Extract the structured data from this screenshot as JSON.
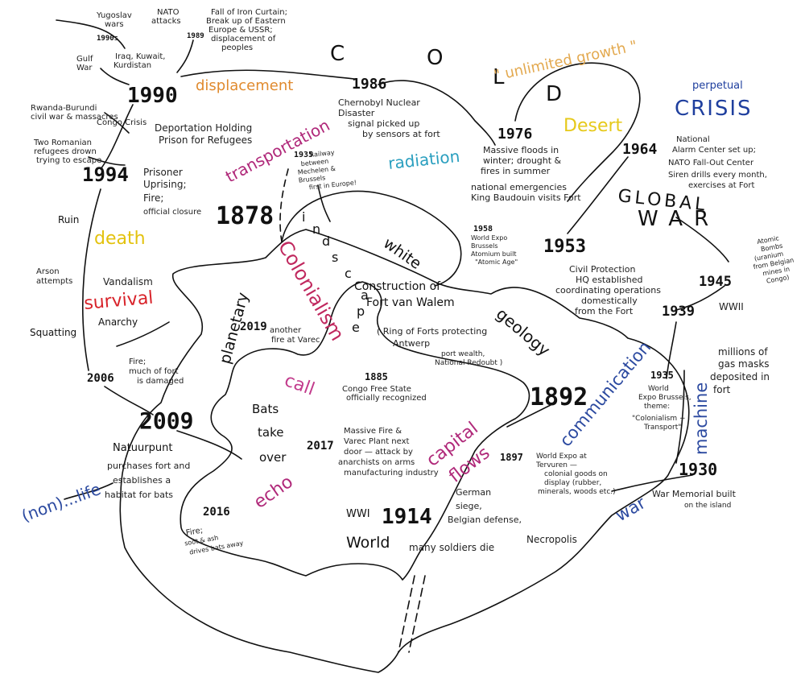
{
  "colors": {
    "ink": "#111111",
    "displacement": "#e08a2e",
    "desert": "#e6c91a",
    "death": "#e3c20e",
    "unlimited": "#e3a94f",
    "crisis": "#1f3f9e",
    "radiation": "#2a9fbf",
    "transportation": "#b0297a",
    "colonialism": "#c0285e",
    "survival": "#d8232a",
    "nonlife": "#2c4aa0",
    "communication": "#2c4aa0",
    "war": "#2c4aa0",
    "call": "#c23b8c",
    "echo": "#b0297a",
    "capital": "#b0297a"
  },
  "themes": {
    "cold": [
      "C",
      "O",
      "L",
      "D"
    ],
    "unlimited_growth": "\" unlimited growth \"",
    "perpetual": "perpetual",
    "crisis": "CRISIS",
    "displacement": "displacement",
    "desert": "Desert",
    "radiation": "radiation",
    "transportation": "transportation",
    "global": "GLOBAL",
    "war_big": "WAR",
    "death": "death",
    "survival": "survival",
    "nonlife": "(non)...life",
    "planetary": "planetary",
    "call": "call",
    "echo": "echo",
    "colonialism": "Colonialism",
    "white": "white",
    "geology": "geology",
    "capital": "capital",
    "flows": "flows",
    "communication": "communication",
    "machine": "machine",
    "war": "war",
    "world": "World",
    "ruin": "Ruin",
    "anarchy": "Anarchy",
    "squatting": "Squatting",
    "bats": [
      "Bats",
      "take",
      "over"
    ],
    "mindscape": [
      "i",
      "n",
      "d",
      "s",
      "c",
      "a",
      "p",
      "e"
    ]
  },
  "years": {
    "y1990": "1990",
    "y1986": "1986",
    "y1976": "1976",
    "y1964": "1964",
    "y1994": "1994",
    "y1878": "1878",
    "y1958": "1958",
    "y1953": "1953",
    "y1945": "1945",
    "y1939": "1939",
    "y1935a": "1935",
    "y1935b": "1935",
    "y1885": "1885",
    "y1892": "1892",
    "y2019": "2019",
    "y2006": "2006",
    "y2009": "2009",
    "y2017": "2017",
    "y2016": "2016",
    "y1897": "1897",
    "y1914": "1914",
    "y1930": "1930",
    "y1989": "1989",
    "y1990s": "1990s"
  },
  "notes": {
    "yugoslav": [
      "Yugoslav",
      "wars"
    ],
    "nato_attacks": [
      "NATO",
      "attacks"
    ],
    "iron_curtain": [
      "Fall of Iron Curtain;",
      "Break up of Eastern",
      "Europe & USSR;",
      "displacement of",
      "peoples"
    ],
    "gulf": [
      "Gulf",
      "War"
    ],
    "iraq": [
      "Iraq, Kuwait,",
      "Kurdistan"
    ],
    "rwanda": [
      "Rwanda-Burundi",
      "civil war & massacres"
    ],
    "congo_crisis": "Congo Crisis",
    "romanian": [
      "Two Romanian",
      "refugees drown",
      "trying to escape"
    ],
    "deportation": [
      "Deportation Holding",
      "Prison for Refugees"
    ],
    "chernobyl": [
      "Chernobyl Nuclear",
      "Disaster",
      "signal picked up",
      "by sensors at fort"
    ],
    "floods": [
      "Massive floods in",
      "winter; drought &",
      "fires in summer",
      "national emergencies",
      "King Baudouin visits Fort"
    ],
    "alarm": [
      "National",
      "Alarm Center set up;",
      "NATO Fall-Out Center",
      "Siren drills every month,",
      "exercises at Fort"
    ],
    "railway": [
      "Railway",
      "between",
      "Mechelen &",
      "Brussels",
      "first in Europe!"
    ],
    "prisoner": [
      "Prisoner",
      "Uprising;",
      "Fire;",
      "official closure"
    ],
    "expo58": [
      "World Expo",
      "Brussels",
      "Atomium built",
      "\"Atomic Age\""
    ],
    "civil_protection": [
      "Civil Protection",
      "HQ established",
      "coordinating operations",
      "domestically",
      "from the Fort"
    ],
    "atomic_bombs": [
      "Atomic",
      "Bombs",
      "(uranium",
      "from Belgian",
      "mines in",
      "Congo)"
    ],
    "ww2": "WWII",
    "arson": [
      "Arson",
      "attempts"
    ],
    "vandalism": "Vandalism",
    "construction": [
      "Construction of",
      "Fort van Walem"
    ],
    "ring_forts": [
      "( Ring of Forts protecting",
      "Antwerp"
    ],
    "port_wealth": [
      "port wealth,",
      "National Redoubt )"
    ],
    "another_fire": [
      "another",
      "fire at Varec"
    ],
    "fire2006": [
      "Fire;",
      "much of fort",
      "is damaged"
    ],
    "congo_free": [
      "Congo Free State",
      "officially recognized"
    ],
    "gas_masks": [
      "millions of",
      "gas masks",
      "deposited in",
      "fort"
    ],
    "expo35": [
      "World",
      "Expo Brussels,",
      "theme:",
      "\"Colonialism +",
      "Transport\""
    ],
    "natuurpunt": [
      "Natuurpunt",
      "purchases fort and",
      "establishes a",
      "habitat for bats"
    ],
    "massive_fire": [
      "Massive Fire &",
      "Varec Plant next",
      "door — attack by",
      "anarchists on arms",
      "manufacturing industry"
    ],
    "expo1897": [
      "World Expo at",
      "Tervuren —",
      "colonial goods on",
      "display (rubber,",
      "minerals, woods etc.)"
    ],
    "war_memorial": [
      "War Memorial built",
      "on the island"
    ],
    "fire2016": [
      "Fire;",
      "soot & ash",
      "drives bats away"
    ],
    "wwi": "WWI",
    "german_siege": [
      "German",
      "siege,",
      "Belgian defense,"
    ],
    "soldiers_die": "many soldiers die",
    "necropolis": "Necropolis"
  }
}
